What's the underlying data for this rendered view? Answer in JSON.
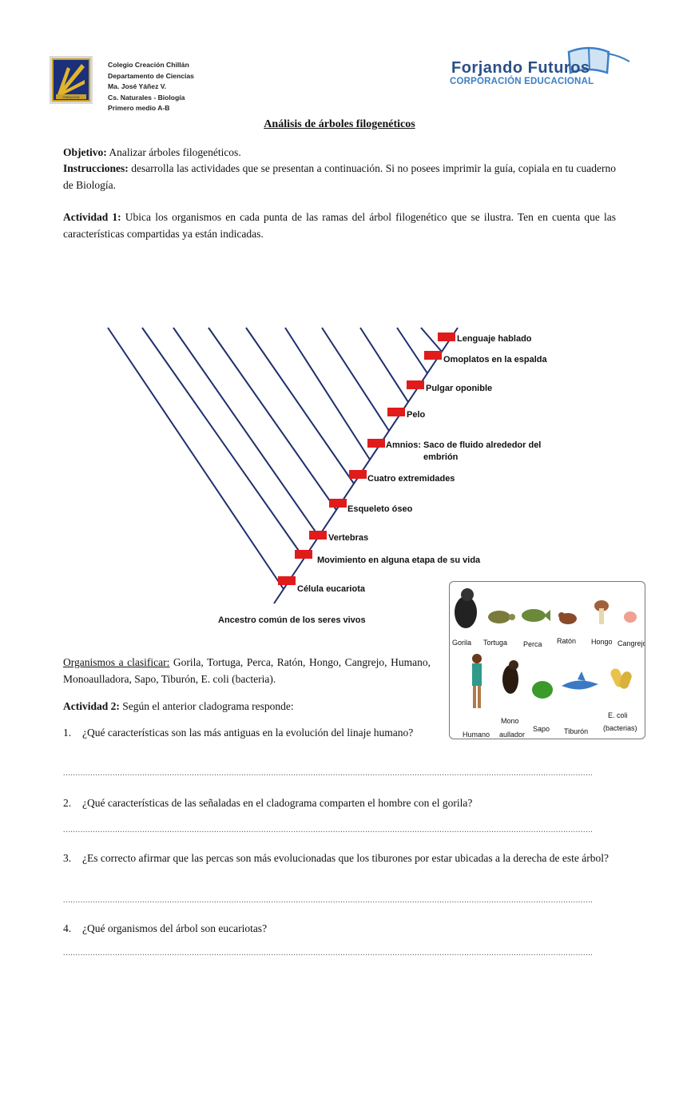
{
  "header": {
    "school_lines": [
      "Colegio Creación Chillán",
      "Departamento de Ciencias",
      "Ma. José Yáñez V.",
      "Cs. Naturales - Biología",
      "Primero medio A-B"
    ],
    "left_logo_text": "CREACIÓN",
    "right_logo_title": "Forjando Futuros",
    "right_logo_subtitle": "CORPORACIÓN EDUCACIONAL"
  },
  "title": "Análisis de árboles filogenéticos",
  "objective": {
    "label": "Objetivo:",
    "text": " Analizar árboles filogenéticos."
  },
  "instructions": {
    "label": "Instrucciones:",
    "text": " desarrolla las actividades que se presentan a continuación. Si no posees imprimir la guía, copiala en tu cuaderno de Biología."
  },
  "activity1": {
    "label": "Actividad 1:",
    "text": " Ubica los organismos en cada punta de las ramas del árbol filogenético que se ilustra. Ten en cuenta que las características compartidas ya están indicadas."
  },
  "cladogram": {
    "root_label": "Ancestro común de los seres vivos",
    "traits": [
      "Célula eucariota",
      "Movimiento en alguna etapa de su vida",
      "Vertebras",
      "Esqueleto óseo",
      "Cuatro extremidades",
      "Amnios: Saco de fluido alrededor del",
      "embrión",
      "Pelo",
      "Pulgar oponible",
      "Omoplatos en la espalda",
      "Lenguaje hablado"
    ],
    "marker_color": "#e01b1b",
    "branch_color": "#1f2f6b"
  },
  "organisms_image": {
    "labels": [
      "Gorila",
      "Tortuga",
      "Perca",
      "Ratón",
      "Hongo",
      "Cangrejo",
      "Humano",
      "Mono",
      "aullador",
      "Sapo",
      "Tiburón",
      "E. coli",
      "(bacterias)"
    ]
  },
  "organisms_to_classify": {
    "label": "Organismos a clasificar:",
    "text": " Gorila, Tortuga, Perca, Ratón, Hongo, Cangrejo, Humano, Monoaulladora, Sapo, Tiburón, E.  coli (bacteria)."
  },
  "activity2": {
    "label": "Actividad 2:",
    "text": " Según el anterior cladograma responde:"
  },
  "questions": [
    {
      "num": "1.",
      "text": "¿Qué características son las más antiguas en la evolución del linaje humano?"
    },
    {
      "num": "2.",
      "text": "¿Qué características de las señaladas en el cladograma comparten el hombre con el gorila?"
    },
    {
      "num": "3.",
      "text": "¿Es correcto afirmar que las percas son más evolucionadas que los tiburones por estar ubicadas  a la derecha de este árbol?"
    },
    {
      "num": "4.",
      "text": "¿Qué organismos del árbol son eucariotas?"
    }
  ],
  "answer_line": "......................................................................................................................................................................................................................"
}
